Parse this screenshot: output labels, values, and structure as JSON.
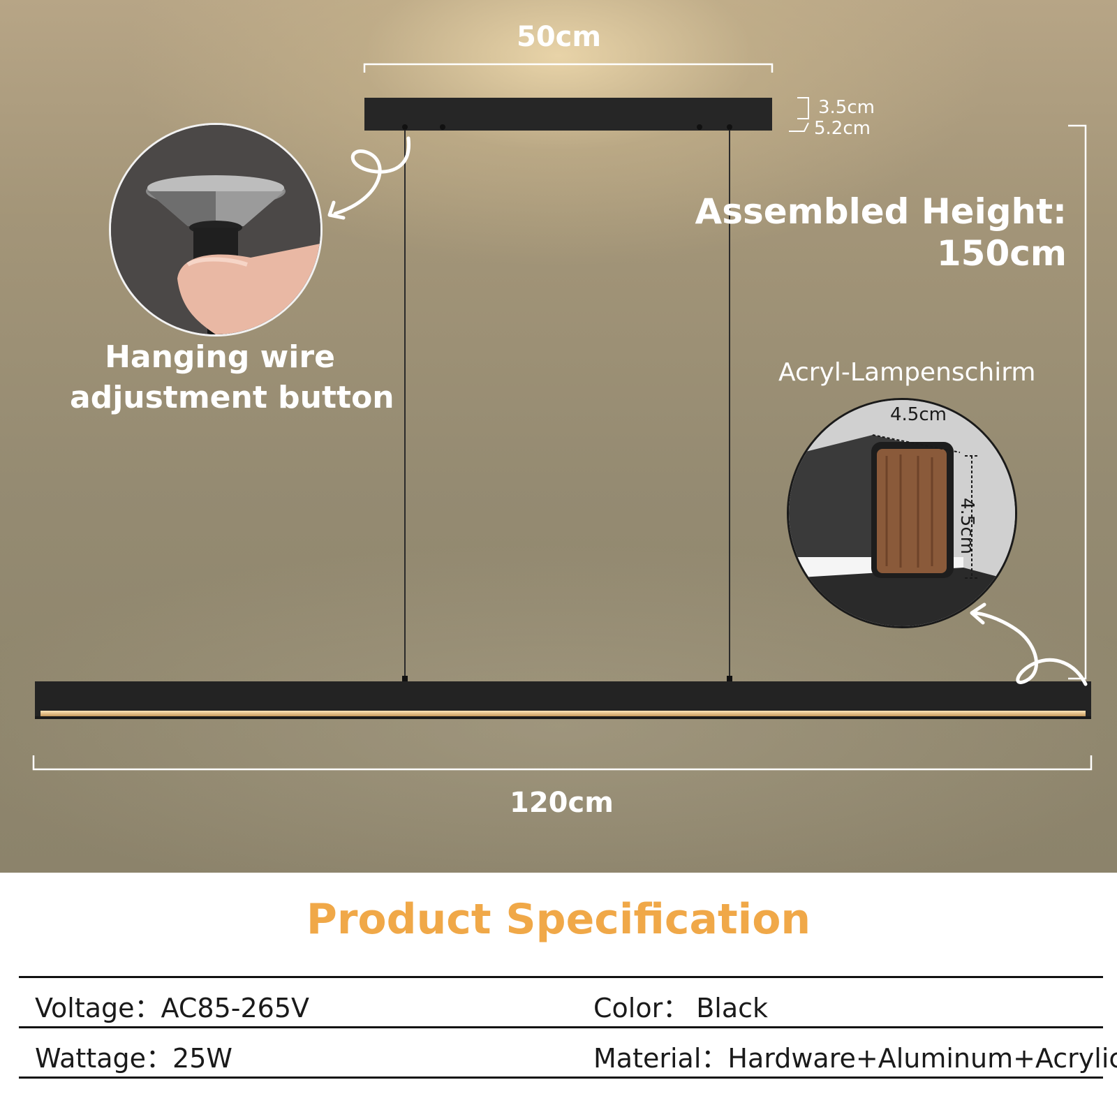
{
  "dimensions": {
    "canopy_width": "50cm",
    "canopy_height_a": "3.5cm",
    "canopy_height_b": "5.2cm",
    "bar_length": "120cm",
    "assembled_height_label": "Assembled Height:",
    "assembled_height_value": "150cm"
  },
  "callouts": {
    "hanging_wire_line1": "Hanging wire",
    "hanging_wire_line2": "adjustment button",
    "shade_label": "Acryl-Lampenschirm",
    "shade_width": "4.5cm",
    "shade_height": "4.5cm"
  },
  "spec": {
    "title": "Product Specification",
    "rows": [
      [
        {
          "label": "Voltage：",
          "value": "AC85-265V"
        },
        {
          "label": "Color：",
          "value": "Black"
        }
      ],
      [
        {
          "label": "Wattage：",
          "value": "25W"
        },
        {
          "label": "Material：",
          "value": "Hardware+Aluminum+Acrylic"
        }
      ]
    ]
  },
  "colors": {
    "accent": "#f0a848",
    "fixture": "#222222",
    "wood": "#8a5a3a"
  }
}
